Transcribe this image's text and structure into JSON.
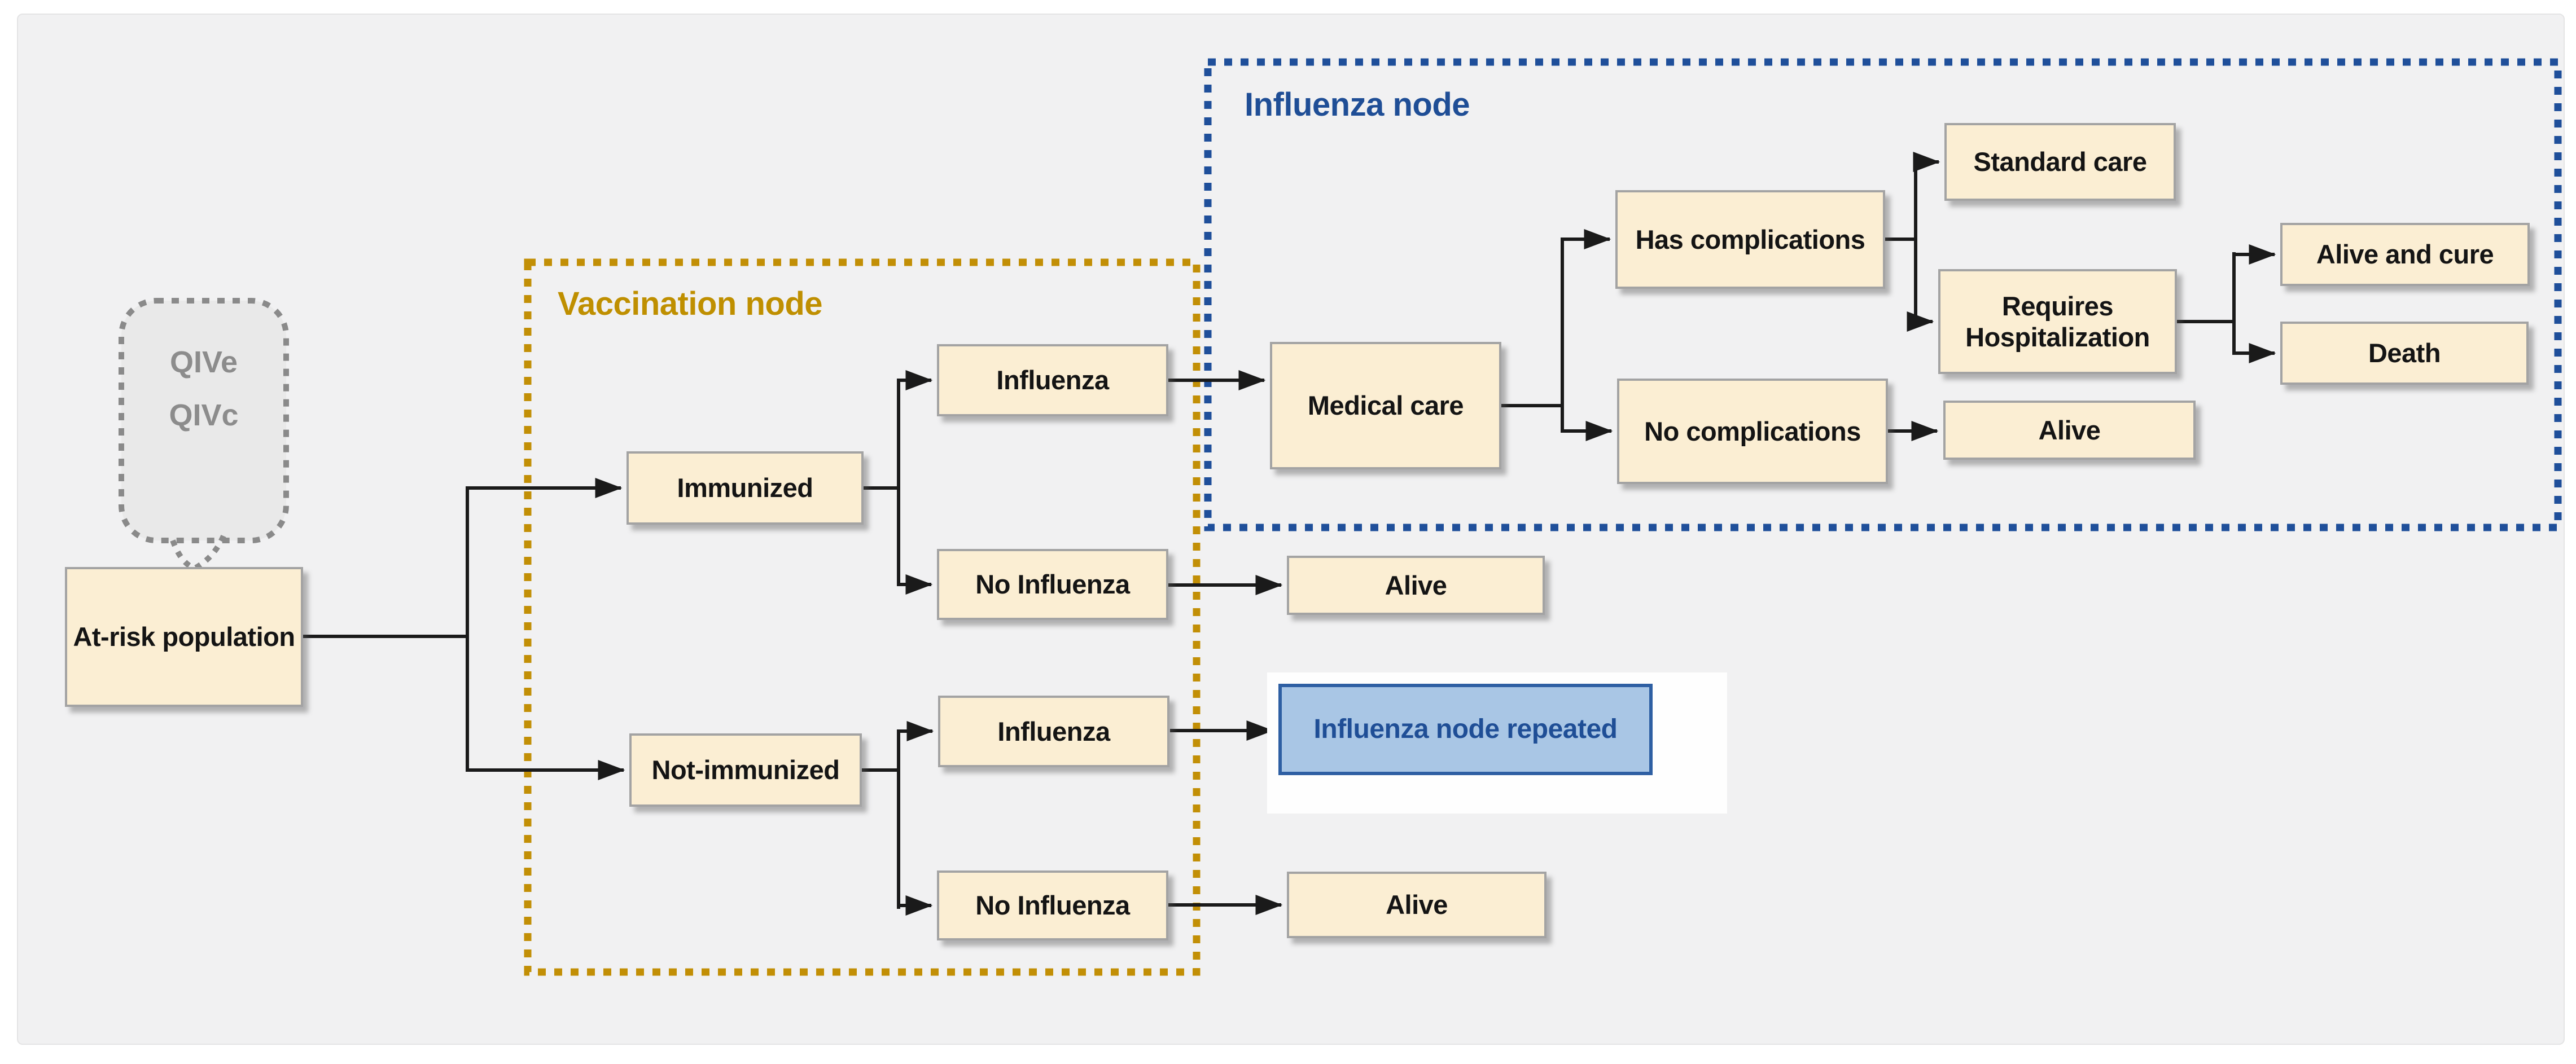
{
  "canvas": {
    "background": "#F1F1F2",
    "page_background": "#FFFFFF"
  },
  "callout": {
    "line1": "QIVe",
    "line2": "QIVc",
    "text_color": "#8C8C8C",
    "fill": "#E9E9E9",
    "border": "#8A8A8A"
  },
  "groups": {
    "vaccination": {
      "label": "Vaccination node",
      "color": "#BF8F00"
    },
    "influenza": {
      "label": "Influenza node",
      "color": "#1F4E96"
    }
  },
  "nodes": {
    "at_risk": "At-risk population",
    "immunized": "Immunized",
    "influenza_1": "Influenza",
    "no_influenza_1": "No Influenza",
    "not_immunized": "Not-immunized",
    "influenza_2": "Influenza",
    "no_influenza_2": "No Influenza",
    "medical_care": "Medical care",
    "has_complications": "Has complications",
    "standard_care": "Standard care",
    "requires_hospitalization": "Requires Hospitalization",
    "alive_and_cure": "Alive and cure",
    "death": "Death",
    "no_complications": "No complications",
    "alive_after_no_complications": "Alive",
    "alive_immunized": "Alive",
    "influenza_node_repeated": "Influenza node repeated",
    "alive_not_immunized": "Alive"
  },
  "styles": {
    "node_fill": "#FBEED3",
    "node_border": "#A3A3A3",
    "repeated_fill": "#A9C6E5",
    "repeated_border": "#2E5FA3",
    "repeated_text": "#1F4E96",
    "connector_color": "#1A1A1A",
    "vaccination_border": "#C28F06",
    "influenza_border": "#1F4F9A"
  }
}
